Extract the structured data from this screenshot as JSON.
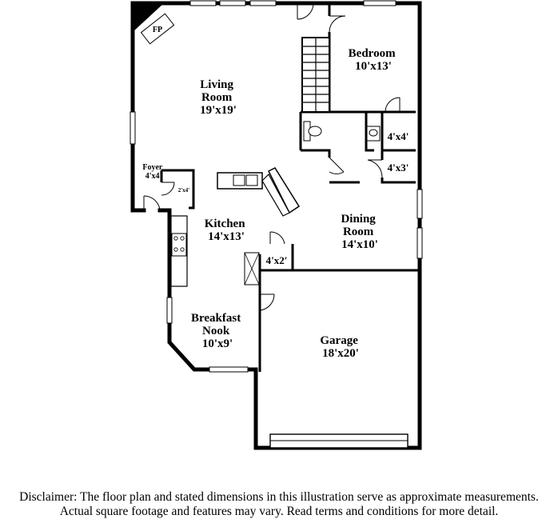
{
  "rooms": {
    "fp": "FP",
    "living": [
      "Living",
      "Room",
      "19'x19'"
    ],
    "bedroom": [
      "Bedroom",
      "10'x13'"
    ],
    "bath": "4'x4'",
    "closet_a": "4'x3'",
    "foyer": [
      "Foyer",
      "4'x4'"
    ],
    "foyer_closet": "2'x4'",
    "kitchen": [
      "Kitchen",
      "14'x13'"
    ],
    "dining": [
      "Dining",
      "Room",
      "14'x10'"
    ],
    "pantry": "4'x2'",
    "breakfast": [
      "Breakfast",
      "Nook",
      "10'x9'"
    ],
    "garage": [
      "Garage",
      "18'x20'"
    ]
  },
  "disclaimer": [
    "Disclaimer: The floor plan and stated dimensions in this illustration serve as approximate measurements.",
    "Actual square footage and features may vary. Read terms and conditions for more detail."
  ]
}
